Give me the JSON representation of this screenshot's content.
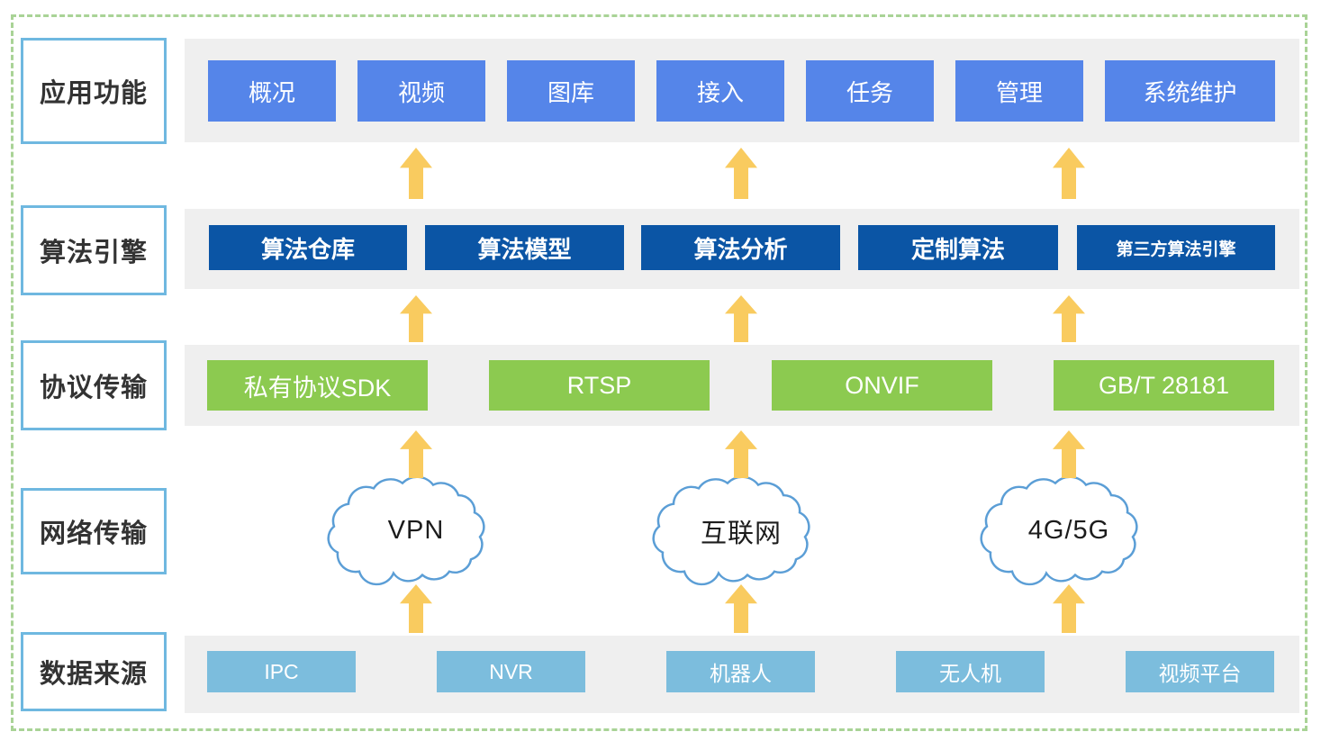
{
  "layers": {
    "application": {
      "label": "应用功能",
      "items": [
        "概况",
        "视频",
        "图库",
        "接入",
        "任务",
        "管理",
        "系统维护"
      ]
    },
    "algorithm": {
      "label": "算法引擎",
      "items": [
        "算法仓库",
        "算法模型",
        "算法分析",
        "定制算法",
        "第三方算法引擎"
      ]
    },
    "protocol": {
      "label": "协议传输",
      "items": [
        "私有协议SDK",
        "RTSP",
        "ONVIF",
        "GB/T 28181"
      ]
    },
    "network": {
      "label": "网络传输",
      "items": [
        "VPN",
        "互联网",
        "4G/5G"
      ]
    },
    "source": {
      "label": "数据来源",
      "items": [
        "IPC",
        "NVR",
        "机器人",
        "无人机",
        "视频平台"
      ]
    }
  },
  "colors": {
    "application_item": "#5585E9",
    "algorithm_item": "#0B55A5",
    "protocol_item": "#8CCA50",
    "source_item": "#7CBDDD",
    "arrow": "#F9CB5F",
    "row_background": "#EFEFEF",
    "label_border": "#6FB8E0",
    "cloud_outline": "#5B9ED6",
    "outer_border": "#A9D396"
  }
}
